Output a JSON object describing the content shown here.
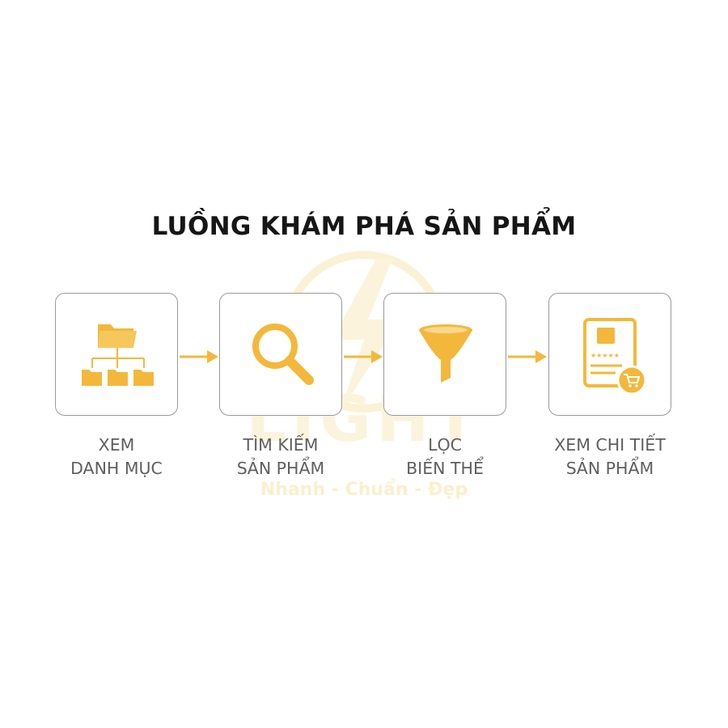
{
  "title": "LUỒNG KHÁM PHÁ SẢN PHẨM",
  "accent_color": "#f3b83b",
  "watermark": {
    "brand": "LIGHT",
    "tagline": "Nhanh - Chuẩn - Đẹp"
  },
  "steps": [
    {
      "icon": "folder-hierarchy-icon",
      "line1": "XEM",
      "line2": "DANH MỤC"
    },
    {
      "icon": "magnifier-icon",
      "line1": "TÌM KIẾM",
      "line2": "SẢN PHẨM"
    },
    {
      "icon": "funnel-icon",
      "line1": "LỌC",
      "line2": "BIẾN THỂ"
    },
    {
      "icon": "product-detail-cart-icon",
      "line1": "XEM CHI TIẾT",
      "line2": "SẢN PHẨM"
    }
  ]
}
